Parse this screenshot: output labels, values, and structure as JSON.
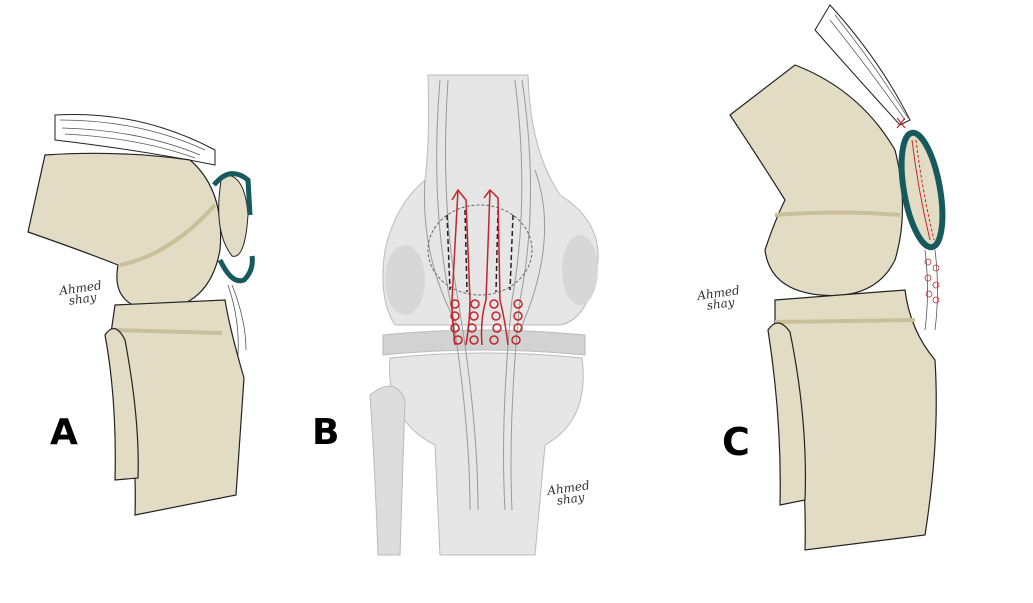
{
  "figure": {
    "panels": [
      {
        "id": "A",
        "label": "A",
        "view": "lateral knee, patella fracture with displaced fragments",
        "signature": [
          "Ahmed",
          "shay"
        ]
      },
      {
        "id": "B",
        "label": "B",
        "view": "anterior knee, patella with longitudinal sutures through tunnels and tendon locking stitches",
        "signature": [
          "Ahmed",
          "shay"
        ]
      },
      {
        "id": "C",
        "label": "C",
        "view": "lateral knee, repaired patella with sutures",
        "signature": [
          "Ahmed",
          "shay"
        ]
      }
    ],
    "colors": {
      "bone": "#e3dcc4",
      "bone_line": "#c9c09a",
      "cartilage": "#175a5e",
      "suture": "#c0262b",
      "outline": "#2a2a2a",
      "bg_front": "#e6e6e6",
      "bg_front_dark": "#cfcfcf"
    }
  }
}
